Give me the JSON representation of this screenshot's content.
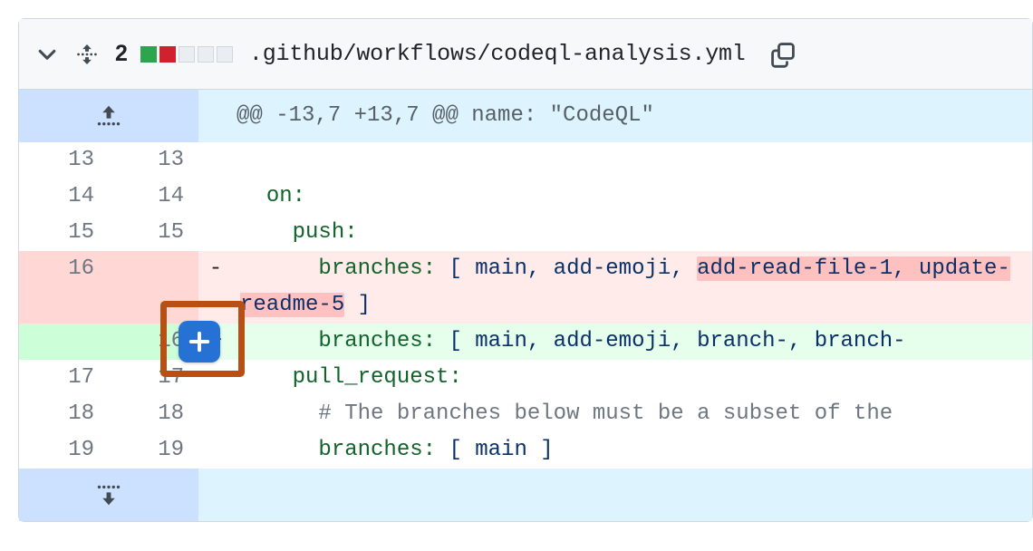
{
  "file_header": {
    "collapse_icon": "chevron-down-icon",
    "move_icon": "expand-vertical-icon",
    "change_count": "2",
    "diffstat": [
      "add",
      "del",
      "neutral",
      "neutral",
      "neutral"
    ],
    "file_name": ".github/workflows/codeql-analysis.yml",
    "copy_icon": "copy-icon"
  },
  "hunk": {
    "expand_up_icon": "expand-up-icon",
    "expand_down_icon": "expand-down-icon",
    "header_text": "@@ -13,7 +13,7 @@ name: \"CodeQL\""
  },
  "rows": [
    {
      "kind": "context",
      "old": "13",
      "new": "13",
      "marker": "",
      "segments": []
    },
    {
      "kind": "context",
      "old": "14",
      "new": "14",
      "marker": "",
      "segments": [
        {
          "cls": "tok-plain",
          "text": "  "
        },
        {
          "cls": "tok-key",
          "text": "on:"
        }
      ]
    },
    {
      "kind": "context",
      "old": "15",
      "new": "15",
      "marker": "",
      "segments": [
        {
          "cls": "tok-plain",
          "text": "    "
        },
        {
          "cls": "tok-key",
          "text": "push:"
        }
      ]
    },
    {
      "kind": "del",
      "old": "16",
      "new": "",
      "marker": "-",
      "segments": [
        {
          "cls": "tok-plain",
          "text": "      "
        },
        {
          "cls": "tok-key",
          "text": "branches:"
        },
        {
          "cls": "tok-punc",
          "text": " [ main, add-emoji, "
        },
        {
          "cls": "tok-punc wordmark-del",
          "text": "add-read-file-1, update-readme-5"
        },
        {
          "cls": "tok-punc",
          "text": " ]"
        }
      ]
    },
    {
      "kind": "add",
      "old": "",
      "new": "16",
      "marker": "+",
      "segments": [
        {
          "cls": "tok-plain",
          "text": "      "
        },
        {
          "cls": "tok-key",
          "text": "branches:"
        },
        {
          "cls": "tok-punc",
          "text": " [ main, add-emoji, branch-, branch-"
        }
      ]
    },
    {
      "kind": "context",
      "old": "17",
      "new": "17",
      "marker": "",
      "segments": [
        {
          "cls": "tok-plain",
          "text": "    "
        },
        {
          "cls": "tok-key",
          "text": "pull_request:"
        }
      ]
    },
    {
      "kind": "context",
      "old": "18",
      "new": "18",
      "marker": "",
      "segments": [
        {
          "cls": "tok-plain",
          "text": "      "
        },
        {
          "cls": "tok-com",
          "text": "# The branches below must be a subset of the"
        }
      ]
    },
    {
      "kind": "context",
      "old": "19",
      "new": "19",
      "marker": "",
      "segments": [
        {
          "cls": "tok-plain",
          "text": "      "
        },
        {
          "cls": "tok-key",
          "text": "branches:"
        },
        {
          "cls": "tok-punc",
          "text": " [ main ]"
        }
      ]
    }
  ],
  "annotation": {
    "add_comment_icon": "plus-icon",
    "highlight_color": "#b84f15",
    "button_color": "#2672d4"
  }
}
